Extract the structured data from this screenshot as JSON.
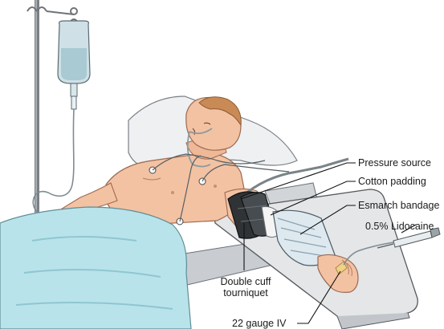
{
  "labels": {
    "pressure_source": "Pressure source",
    "cotton_padding": "Cotton padding",
    "esmarch_bandage": "Esmarch bandage",
    "lidocaine": "0.5% Lidocaine",
    "double_cuff_line1": "Double cuff",
    "double_cuff_line2": "tourniquet",
    "iv_gauge": "22 gauge IV"
  },
  "colors": {
    "skin": "#f3c2a2",
    "skin_shadow": "#e2a182",
    "hair": "#c98a55",
    "sheet": "#b9e3ea",
    "sheet_shadow": "#8fc6d1",
    "pillow": "#eef0f2",
    "board": "#e4e6e8",
    "cuff": "#3b3f42",
    "bandage": "#dde8ef",
    "iv_bag": "#cfe0e6",
    "pole": "#6f7478",
    "tape": "#f0d28a",
    "line": "#111111"
  }
}
